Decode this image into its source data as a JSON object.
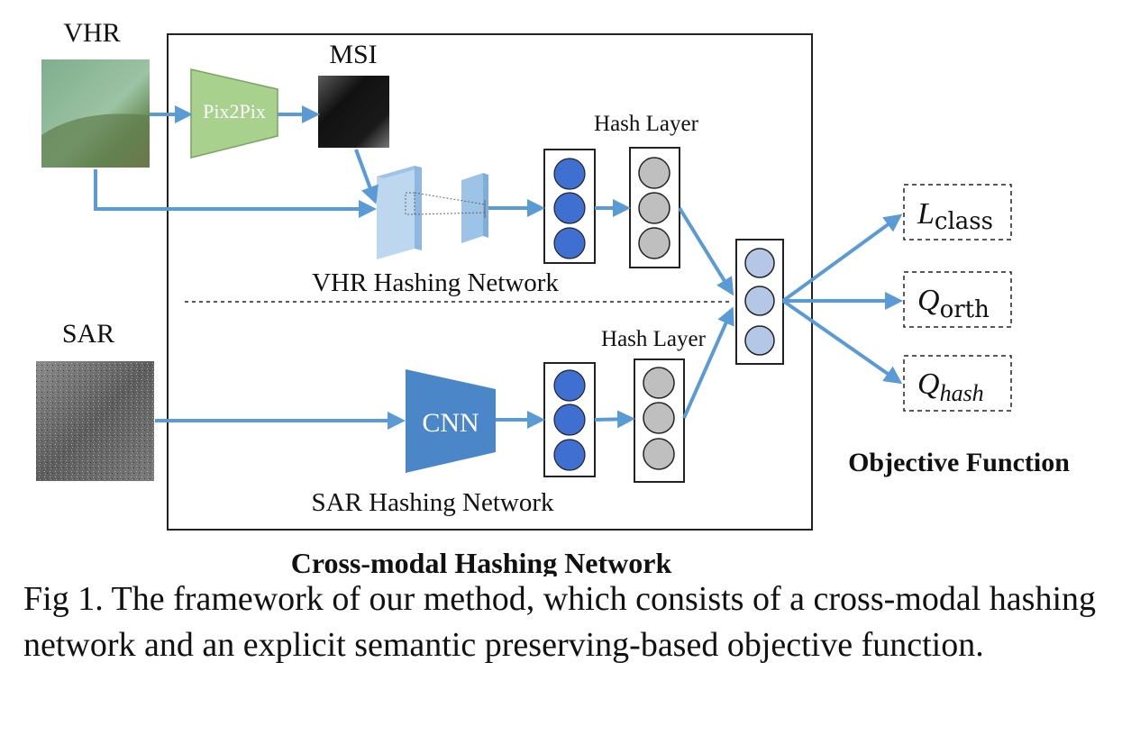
{
  "diagram": {
    "inputs": {
      "vhr_label": "VHR",
      "msi_label": "MSI",
      "sar_label": "SAR"
    },
    "modules": {
      "pix2pix": "Pix2Pix",
      "cnn": "CNN"
    },
    "networks": {
      "vhr_hashing": "VHR Hashing Network",
      "sar_hashing": "SAR Hashing Network",
      "cross_modal": "Cross-modal Hashing Network"
    },
    "hash_layer_top": "Hash Layer",
    "hash_layer_bottom": "Hash Layer",
    "objectives": {
      "title": "Objective Function",
      "l_class": {
        "main": "L",
        "sub": "class"
      },
      "q_orth": {
        "main": "Q",
        "sub": "orth"
      },
      "q_hash": {
        "main": "Q",
        "sub": "hash"
      }
    },
    "colors": {
      "arrow": "#5b9bd5",
      "pix2pix_fill": "#a9d18e",
      "cnn_fill": "#4a86c8",
      "feature_node": "#3f6fd1",
      "hash_node": "#bfbfbf",
      "fused_node": "#b4c7e7"
    }
  },
  "caption": "Fig 1. The framework of our method, which consists of a cross-modal hashing network and an explicit semantic preserving-based objective function."
}
